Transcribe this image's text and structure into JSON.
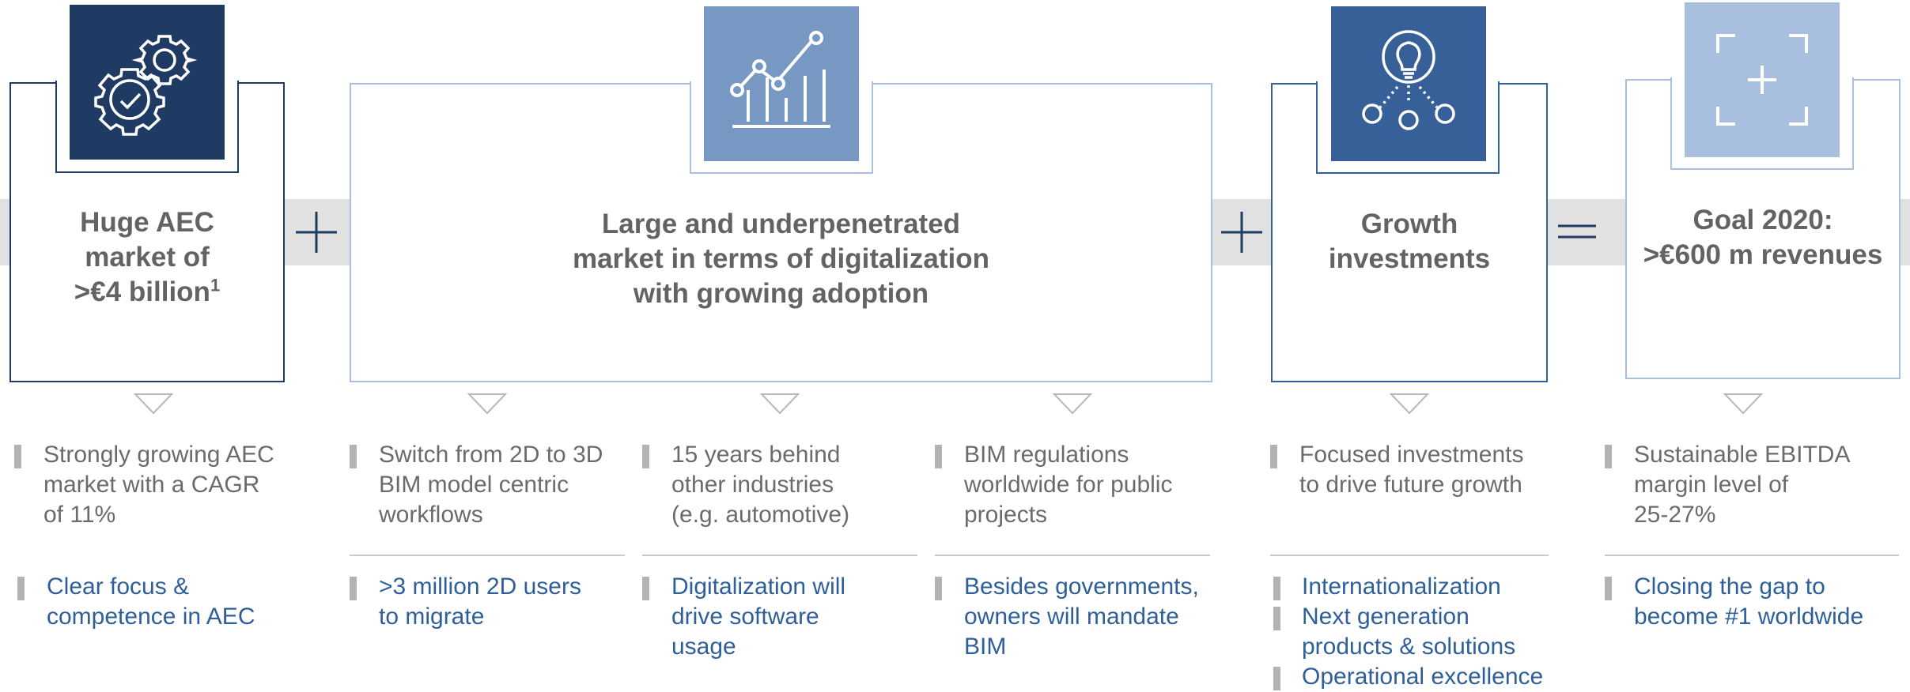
{
  "colors": {
    "navy": "#1f3b63",
    "steel": "#7898c4",
    "mid_blue": "#375f98",
    "light_blue": "#a9bfdf",
    "band_gray": "#e1e1e1",
    "title_gray": "#636363",
    "text_gray": "#6b6b6b",
    "text_blue": "#2f5f99"
  },
  "pillars": [
    {
      "icon": "gears-icon",
      "title_lines": [
        "Huge AEC",
        "market of",
        ">€4 billion"
      ],
      "title_sup": "1",
      "facts": [
        "Strongly growing AEC",
        "market with a CAGR",
        "of 11%"
      ],
      "highlights": [
        "Clear focus &",
        "competence in AEC"
      ]
    },
    {
      "icon": "line-chart-icon",
      "title_lines": [
        "Large and underpenetrated",
        "market in terms of digitalization",
        "with growing adoption"
      ],
      "columns": [
        {
          "facts": [
            "Switch from 2D to 3D",
            "BIM model centric",
            "workflows"
          ],
          "highlights": [
            ">3 million 2D users",
            "to migrate"
          ]
        },
        {
          "facts": [
            "15 years behind",
            "other industries",
            "(e.g. automotive)"
          ],
          "highlights": [
            "Digitalization will",
            "drive software",
            "usage"
          ]
        },
        {
          "facts": [
            "BIM regulations",
            "worldwide for public",
            "projects"
          ],
          "highlights": [
            "Besides governments,",
            "owners will mandate",
            "BIM"
          ]
        }
      ]
    },
    {
      "icon": "lightbulb-network-icon",
      "title_lines": [
        "Growth",
        "investments"
      ],
      "facts": [
        "Focused investments",
        "to drive future growth"
      ],
      "highlights": [
        "Internationalization",
        "Next generation",
        "products & solutions",
        "Operational excellence"
      ]
    },
    {
      "icon": "focus-plus-icon",
      "title_lines": [
        "Goal 2020:",
        ">€600 m revenues"
      ],
      "facts": [
        "Sustainable EBITDA",
        "margin level of",
        "25-27%"
      ],
      "highlights": [
        "Closing the gap to",
        "become #1 worldwide"
      ]
    }
  ],
  "operators": [
    "plus-icon",
    "plus-icon",
    "equals-icon"
  ]
}
